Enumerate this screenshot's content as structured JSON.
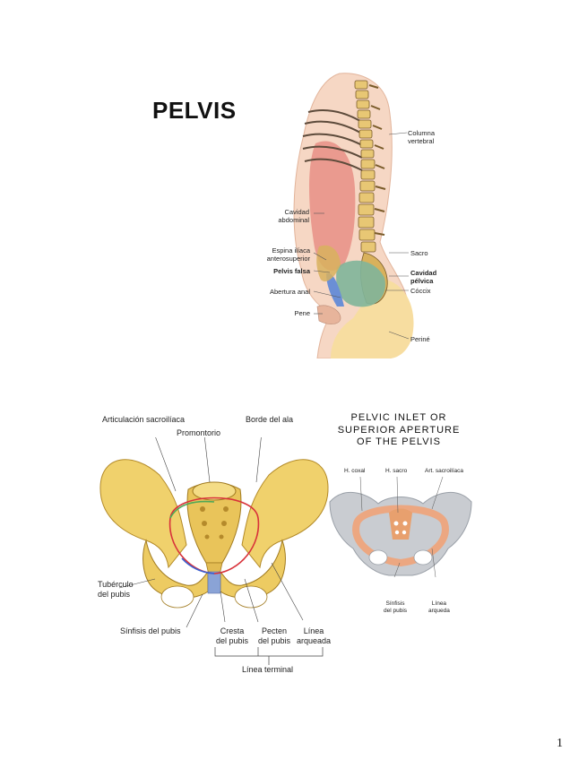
{
  "page": {
    "title": "PELVIS",
    "page_number": "1"
  },
  "figure_sagittal": {
    "labels": {
      "columna": "Columna vertebral",
      "cavidad_abdominal_1": "Cavidad",
      "cavidad_abdominal_2": "abdominal",
      "espina_1": "Espina ilíaca",
      "espina_2": "anterosuperior",
      "pelvis_falsa": "Pelvis falsa",
      "abertura_anal": "Abertura anal",
      "pene": "Pene",
      "sacro": "Sacro",
      "cavidad_pelvica_1": "Cavidad",
      "cavidad_pelvica_2": "pélvica",
      "coccix": "Cóccix",
      "perine": "Periné",
      "columna_1": "Columna",
      "columna_2": "vertebral"
    }
  },
  "figure_pelvis_front": {
    "labels": {
      "articulacion": "Articulación sacroilíaca",
      "borde_ala": "Borde del ala",
      "promontorio": "Promontorio",
      "tuberculo_1": "Tubérculo",
      "tuberculo_2": "del pubis",
      "sinfisis": "Sínfisis del pubis",
      "cresta_1": "Cresta",
      "cresta_2": "del pubis",
      "pecten_1": "Pecten",
      "pecten_2": "del pubis",
      "linea_1": "Línea",
      "linea_2": "arqueada",
      "linea_terminal": "Línea terminal"
    }
  },
  "figure_inlet": {
    "title_1": "PELVIC INLET OR",
    "title_2": "SUPERIOR APERTURE",
    "title_3": "OF THE PELVIS",
    "labels": {
      "h_coxal": "H. coxal",
      "h_sacro": "H. sacro",
      "art_sacro": "Art. sacroilíaca",
      "sinfisis_1": "Sínfisis",
      "sinfisis_2": "del pubis",
      "linea_1": "Línea",
      "linea_2": "arqueda"
    }
  }
}
